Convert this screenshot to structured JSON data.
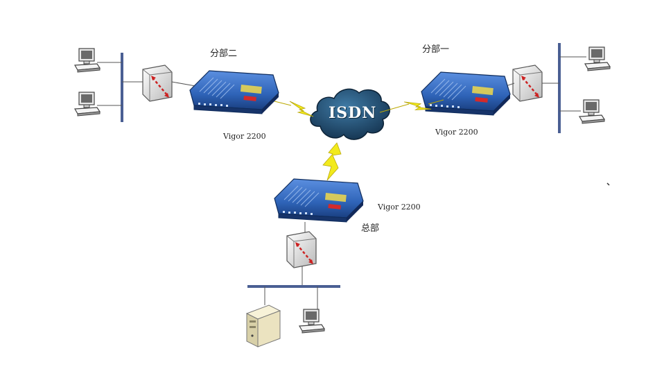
{
  "nodes": {
    "branch_two": {
      "label": "分部二",
      "router_model": "Vigor 2200"
    },
    "branch_one": {
      "label": "分部一",
      "router_model": "Vigor 2200"
    },
    "headquarters": {
      "label": "总部",
      "router_model": "Vigor 2200"
    }
  },
  "network": {
    "cloud_label": "ISDN"
  },
  "colors": {
    "router_body": "#2f64b8",
    "cloud_body": "#1d4a70",
    "lightning": "#f2ea1c",
    "bus": "#4a5f93"
  },
  "icons": {
    "workstation": "computer-icon",
    "hub": "hub-icon",
    "server": "server-tower-icon"
  }
}
